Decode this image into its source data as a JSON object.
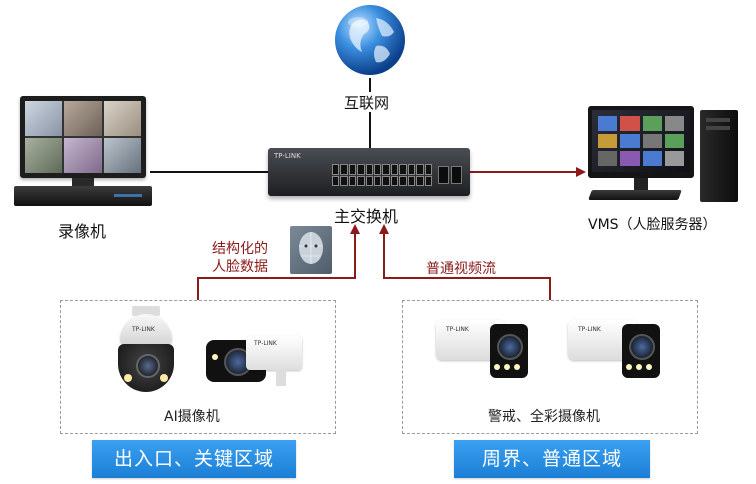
{
  "nodes": {
    "internet": "互联网",
    "switch": "主交换机",
    "recorder": "录像机",
    "vms": "VMS（人脸服务器）"
  },
  "flow_labels": {
    "face_data_line1": "结构化的",
    "face_data_line2": "人脸数据",
    "stream": "普通视频流"
  },
  "zones": {
    "left": {
      "caption": "AI摄像机",
      "banner": "出入口、关键区域",
      "camera_brand": "TP-LINK"
    },
    "right": {
      "caption": "警戒、全彩摄像机",
      "banner": "周界、普通区域",
      "camera_brand": "TP-LINK"
    }
  },
  "switch_brand": "TP-LINK",
  "colors": {
    "black_link": "#111111",
    "red_link": "#8b1a1a",
    "banner_blue": "#2b8fe3"
  }
}
